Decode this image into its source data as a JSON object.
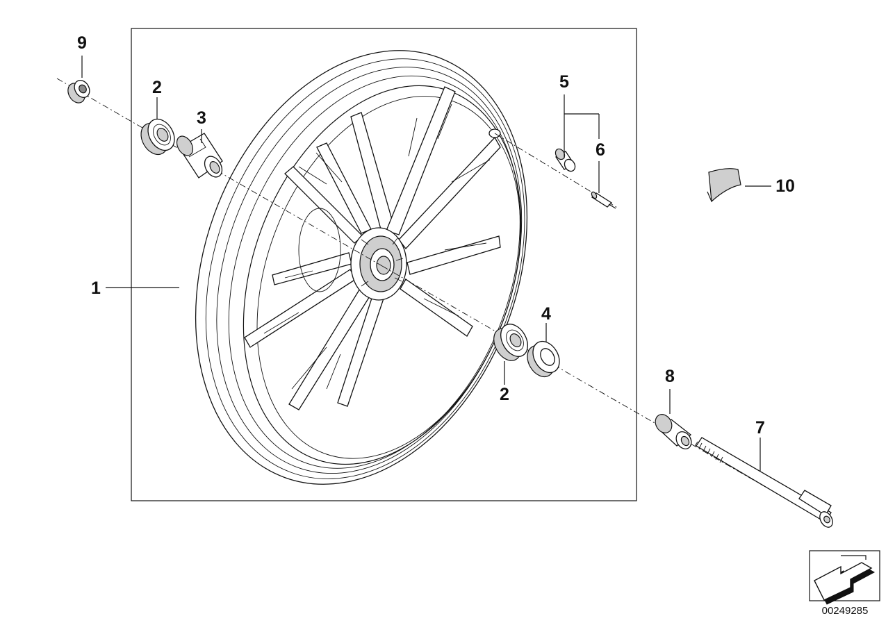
{
  "diagram": {
    "callouts": [
      {
        "id": "c1",
        "label": "1"
      },
      {
        "id": "c2a",
        "label": "2"
      },
      {
        "id": "c2b",
        "label": "2"
      },
      {
        "id": "c3",
        "label": "3"
      },
      {
        "id": "c4",
        "label": "4"
      },
      {
        "id": "c5",
        "label": "5"
      },
      {
        "id": "c6",
        "label": "6"
      },
      {
        "id": "c7",
        "label": "7"
      },
      {
        "id": "c8",
        "label": "8"
      },
      {
        "id": "c9",
        "label": "9"
      },
      {
        "id": "c10",
        "label": "10"
      }
    ],
    "reference_number": "00249285",
    "icon": "navigation-arrow-icon"
  }
}
